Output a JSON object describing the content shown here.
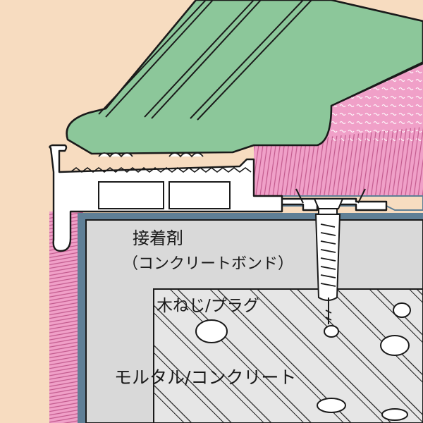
{
  "colors": {
    "background": "#f7dcc0",
    "nosing_green": "#8cc79a",
    "carpet_pink": "#f0a0c8",
    "concrete_gray": "#d9d9d9",
    "base_blue": "#5f7f96",
    "outline": "#1a1a1a"
  },
  "labels": {
    "adhesive": "接着剤",
    "adhesive_sub": "（コンクリートボンド）",
    "screw_plug": "木ねじ/プラグ",
    "mortar_concrete": "モルタル/コンクリート"
  }
}
